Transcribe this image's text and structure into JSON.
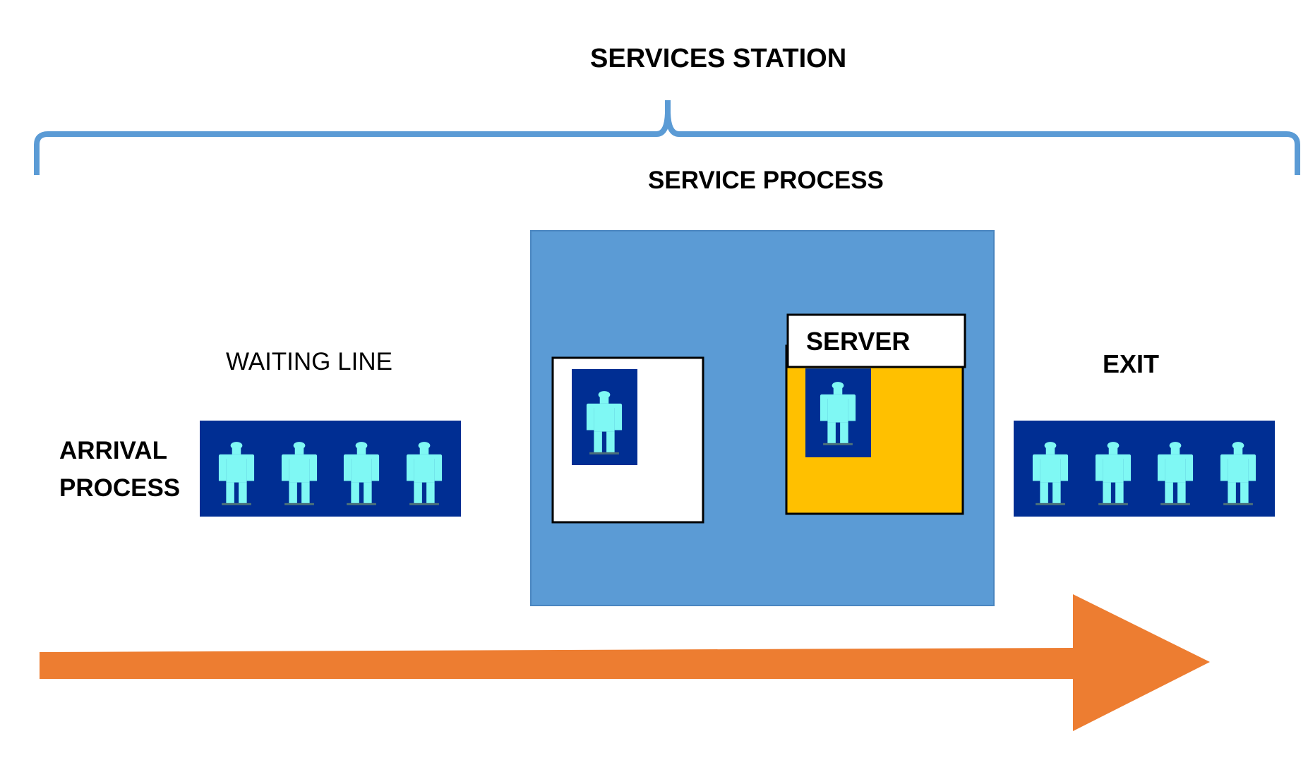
{
  "title": "SERVICES STATION",
  "service_process_label": "SERVICE PROCESS",
  "waiting_line_label": "WAITING LINE",
  "arrival_label_line1": "ARRIVAL",
  "arrival_label_line2": "PROCESS",
  "server_label": "SERVER",
  "exit_label": "EXIT",
  "colors": {
    "brace": "#5b9bd5",
    "service_box": "#5b9bd5",
    "strip": "#002e93",
    "person": "#7ff8f4",
    "server_fill": "#ffc000",
    "arrow": "#ed7d31"
  },
  "icons": [
    "person-icon"
  ],
  "waiting_line_count": 4,
  "exit_count": 4
}
